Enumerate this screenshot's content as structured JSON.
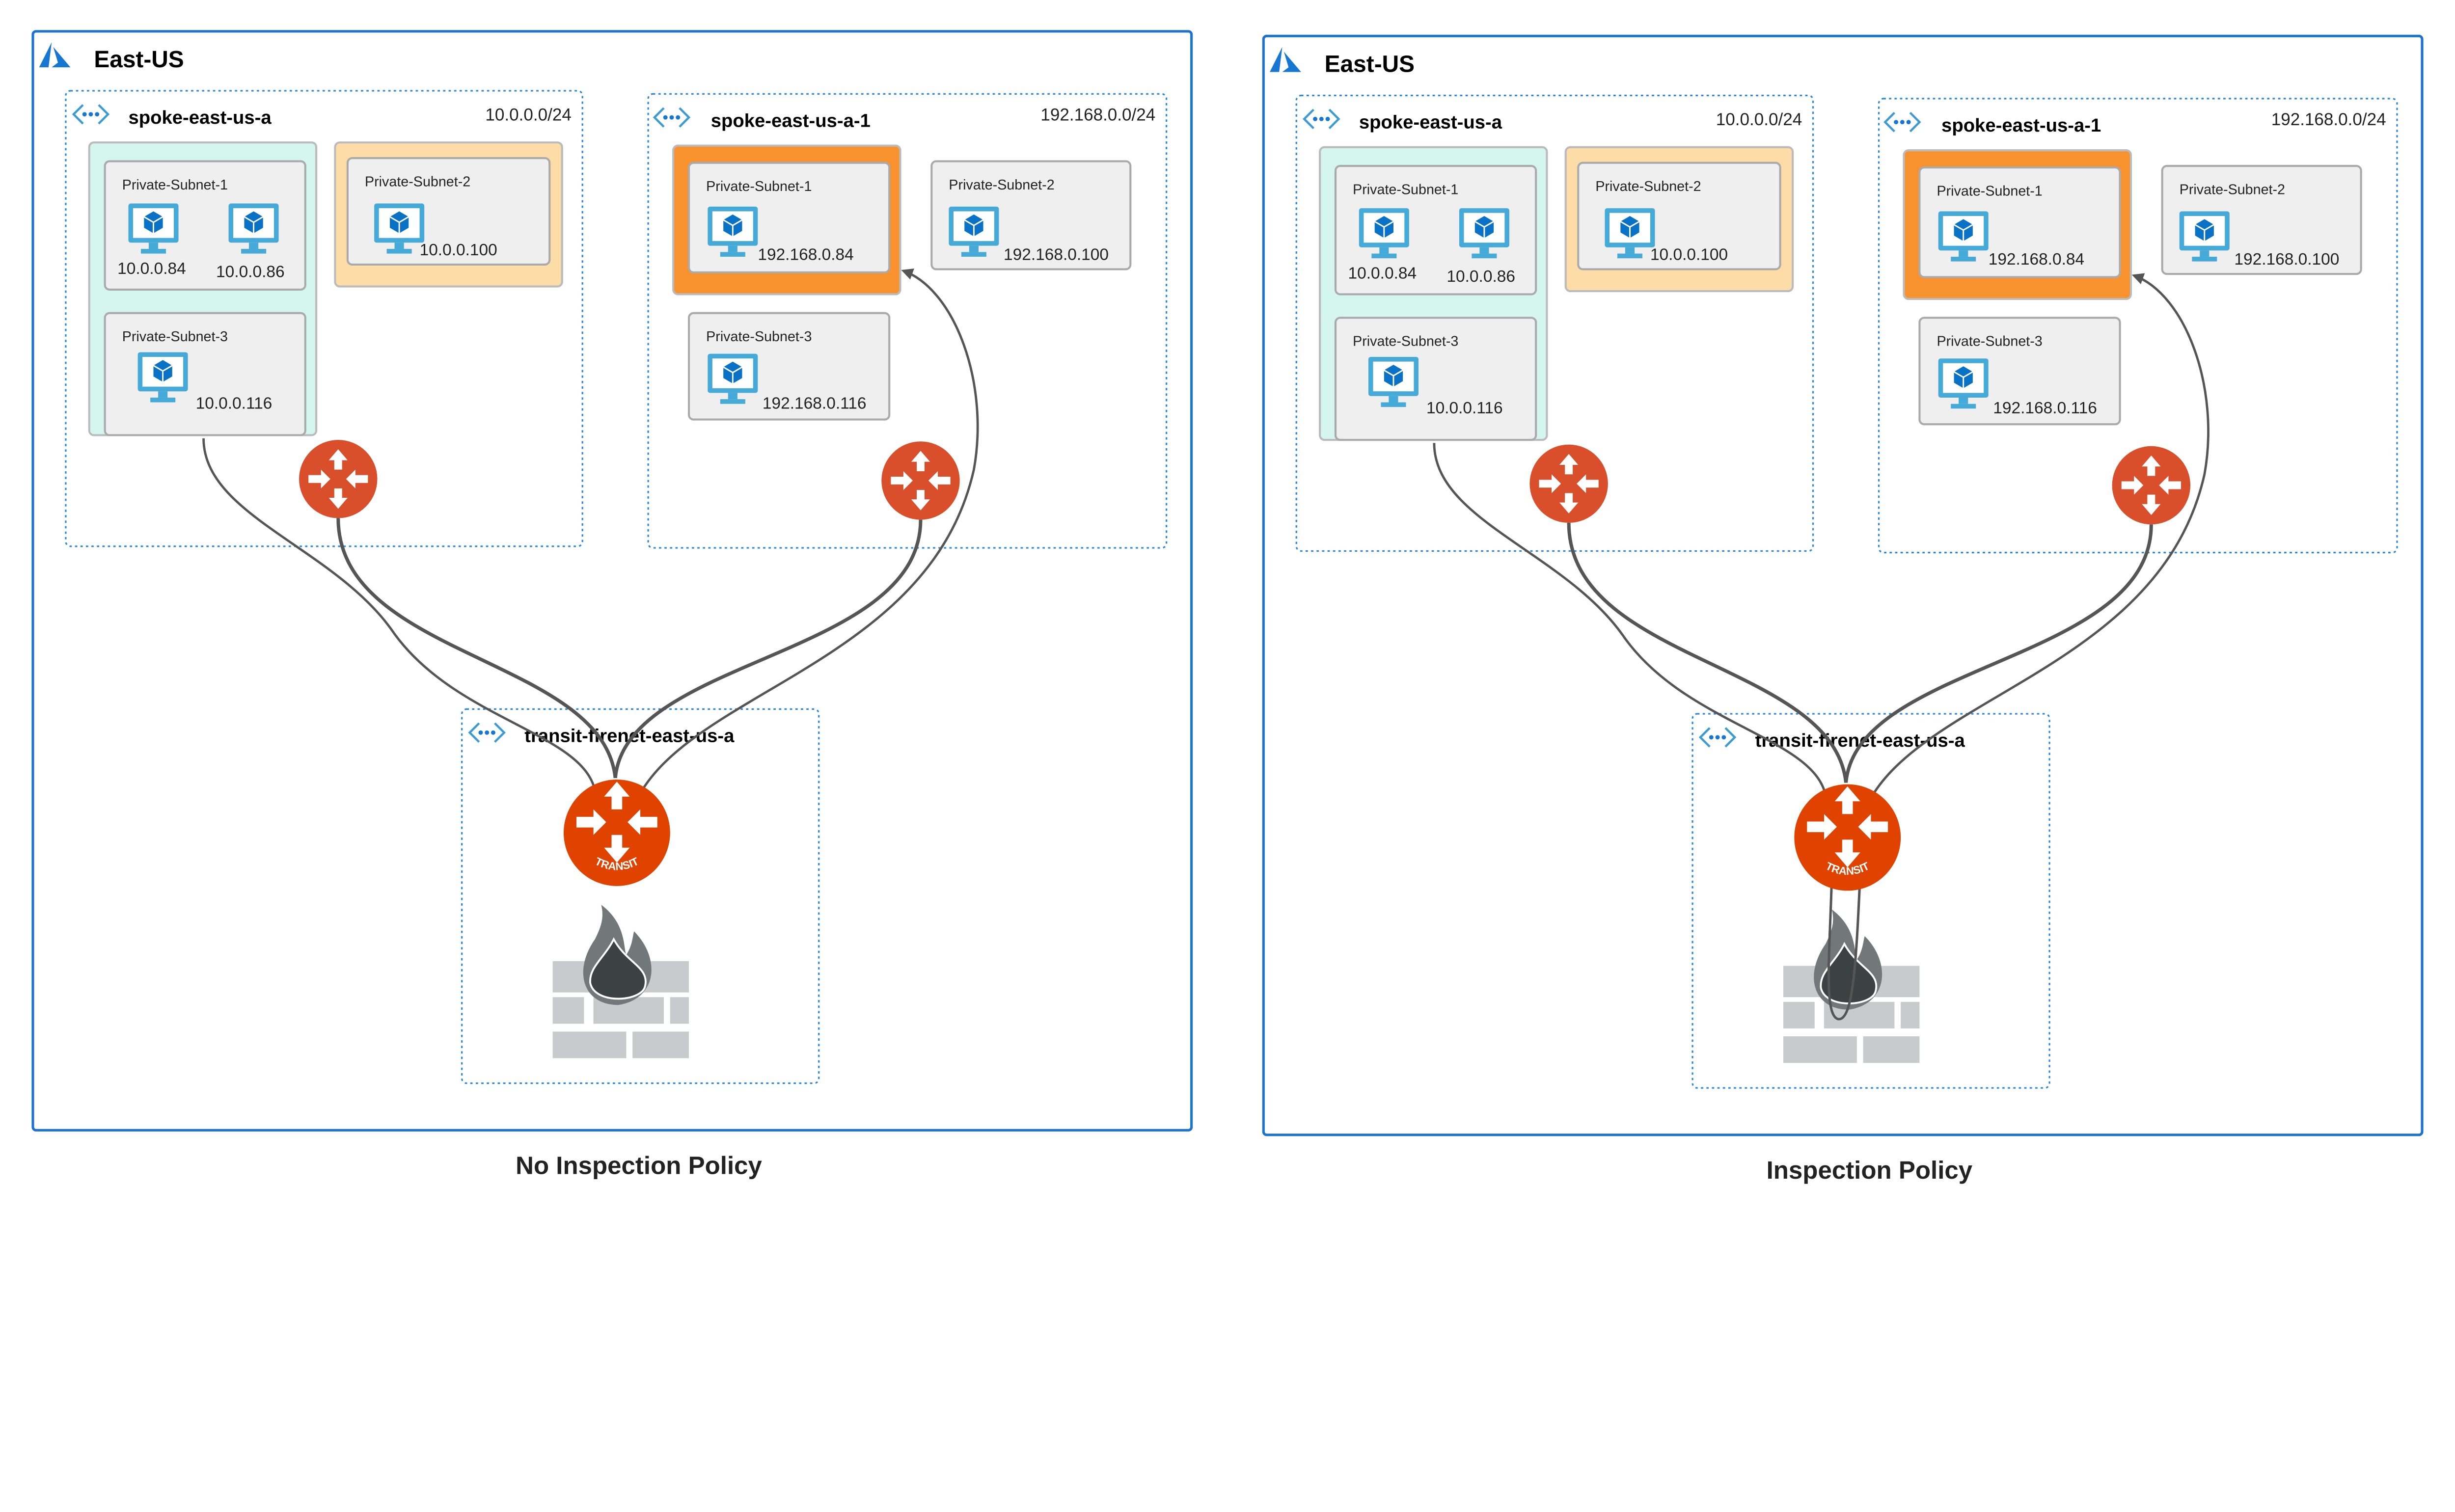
{
  "panels": [
    {
      "region": "East-US",
      "caption": "No Inspection Policy",
      "inspection": false,
      "spoke_a": {
        "name": "spoke-east-us-a",
        "cidr": "10.0.0.0/24",
        "subnet1": {
          "label": "Private-Subnet-1",
          "vms": [
            "10.0.0.84",
            "10.0.0.86"
          ]
        },
        "subnet2": {
          "label": "Private-Subnet-2",
          "vms": [
            "10.0.0.100"
          ]
        },
        "subnet3": {
          "label": "Private-Subnet-3",
          "vms": [
            "10.0.0.116"
          ]
        }
      },
      "spoke_b": {
        "name": "spoke-east-us-a-1",
        "cidr": "192.168.0.0/24",
        "subnet1": {
          "label": "Private-Subnet-1",
          "vms": [
            "192.168.0.84"
          ]
        },
        "subnet2": {
          "label": "Private-Subnet-2",
          "vms": [
            "192.168.0.100"
          ]
        },
        "subnet3": {
          "label": "Private-Subnet-3",
          "vms": [
            "192.168.0.116"
          ]
        }
      },
      "transit": {
        "name": "transit-firenet-east-us-a",
        "badge": "TRANSIT"
      }
    },
    {
      "region": "East-US",
      "caption": "Inspection Policy",
      "inspection": true,
      "spoke_a": {
        "name": "spoke-east-us-a",
        "cidr": "10.0.0.0/24",
        "subnet1": {
          "label": "Private-Subnet-1",
          "vms": [
            "10.0.0.84",
            "10.0.0.86"
          ]
        },
        "subnet2": {
          "label": "Private-Subnet-2",
          "vms": [
            "10.0.0.100"
          ]
        },
        "subnet3": {
          "label": "Private-Subnet-3",
          "vms": [
            "10.0.0.116"
          ]
        }
      },
      "spoke_b": {
        "name": "spoke-east-us-a-1",
        "cidr": "192.168.0.0/24",
        "subnet1": {
          "label": "Private-Subnet-1",
          "vms": [
            "192.168.0.84"
          ]
        },
        "subnet2": {
          "label": "Private-Subnet-2",
          "vms": [
            "192.168.0.100"
          ]
        },
        "subnet3": {
          "label": "Private-Subnet-3",
          "vms": [
            "192.168.0.116"
          ]
        }
      },
      "transit": {
        "name": "transit-firenet-east-us-a",
        "badge": "TRANSIT"
      }
    }
  ],
  "colors": {
    "region_border": "#1a73d0",
    "vnet_border": "#2b88d8",
    "teal_group": "#d4f6ef",
    "light_orange_group": "#fddca8",
    "highlight_orange_group": "#f8922f",
    "subnet_fill": "#efefef",
    "gateway": "#d94f2b",
    "transit": "#e04300",
    "vm_monitor": "#45aad8",
    "vm_cube": "#0a72c6",
    "link": "#555555"
  }
}
